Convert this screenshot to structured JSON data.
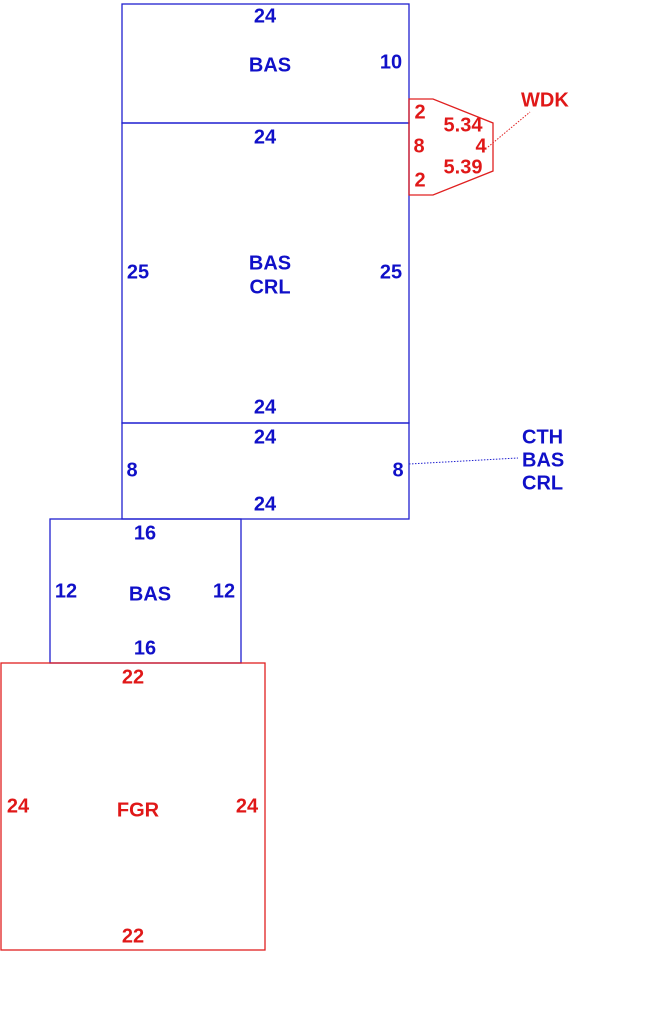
{
  "colors": {
    "living": "#1010c8",
    "exterior": "#e01818"
  },
  "sections": {
    "bas_top": {
      "label_line1": "BAS",
      "top": "24",
      "right": "10"
    },
    "bas_crl": {
      "label_line1": "BAS",
      "label_line2": "CRL",
      "top": "24",
      "left": "25",
      "right": "25",
      "bottom": "24"
    },
    "cth": {
      "top": "24",
      "left": "8",
      "right": "8",
      "bottom": "24",
      "callout_line1": "CTH",
      "callout_line2": "BAS",
      "callout_line3": "CRL"
    },
    "bas_small": {
      "label_line1": "BAS",
      "top": "16",
      "left": "12",
      "right": "12",
      "bottom": "16"
    },
    "fgr": {
      "label_line1": "FGR",
      "top": "22",
      "left": "24",
      "right": "24",
      "bottom": "22"
    },
    "wdk": {
      "label": "WDK",
      "upper_left": "2",
      "left": "8",
      "lower_left": "2",
      "upper_diag": "5.34",
      "right": "4",
      "lower_diag": "5.39"
    }
  }
}
